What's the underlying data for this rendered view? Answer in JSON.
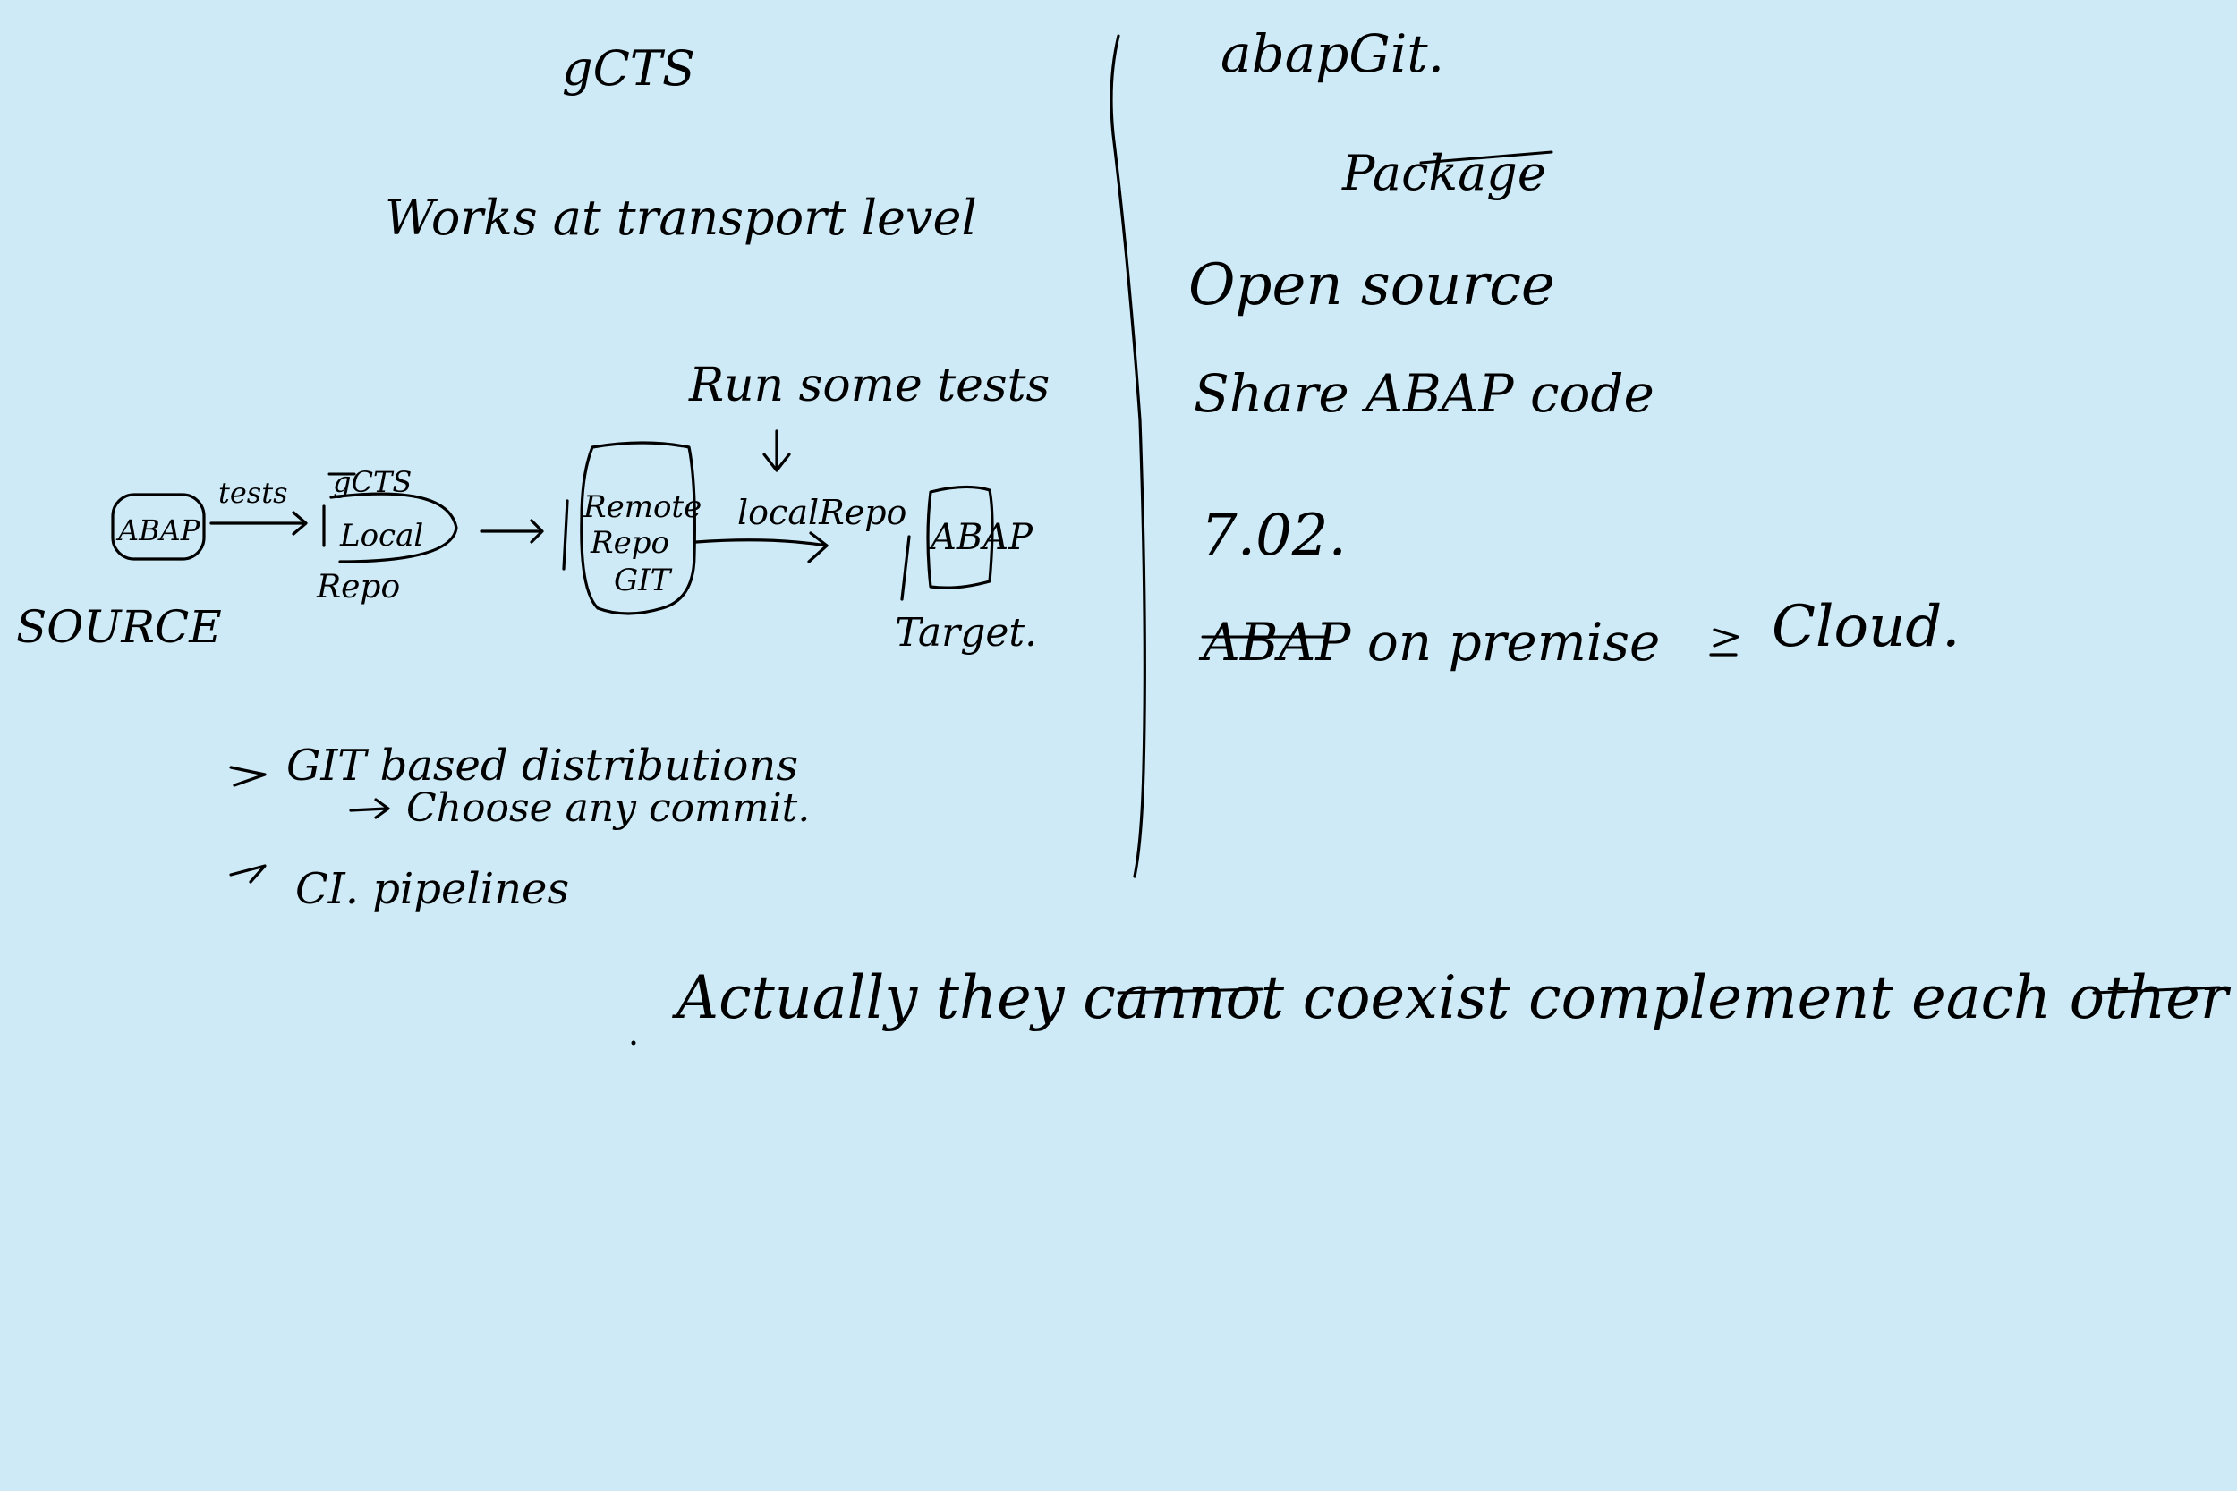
{
  "background_color": "#cdeaf6",
  "ink_color": "#000000",
  "left": {
    "title": "gCTS",
    "subtitle": "Works at transport level",
    "flow": {
      "source_box": "ABAP",
      "source_label": "SOURCE",
      "arrow1_label": "tests",
      "arrow1_label_struck": "gCTS",
      "local_repo_box": "Local",
      "local_repo_label": "Repo",
      "remote_repo_line1": "Remote",
      "remote_repo_line2": "Repo",
      "remote_repo_line3": "GIT",
      "tests_note": "Run some tests",
      "arrow3_label": "localRepo",
      "target_box": "ABAP",
      "target_label": "Target."
    },
    "bullets": [
      "GIT based distributions",
      "Choose any commit.",
      "CI. pipelines"
    ]
  },
  "right": {
    "title": "abapGit.",
    "lines": [
      {
        "text": "Package",
        "struck": true
      },
      {
        "text": "Open source"
      },
      {
        "text": "Share ABAP code"
      },
      {
        "text": "7.02."
      },
      {
        "text": "ABAP on premise",
        "prefix_struck": "ABAP",
        "suffix": "Cloud."
      }
    ]
  },
  "bottom": {
    "statement": "Actually they cannot coexist complement each other"
  }
}
